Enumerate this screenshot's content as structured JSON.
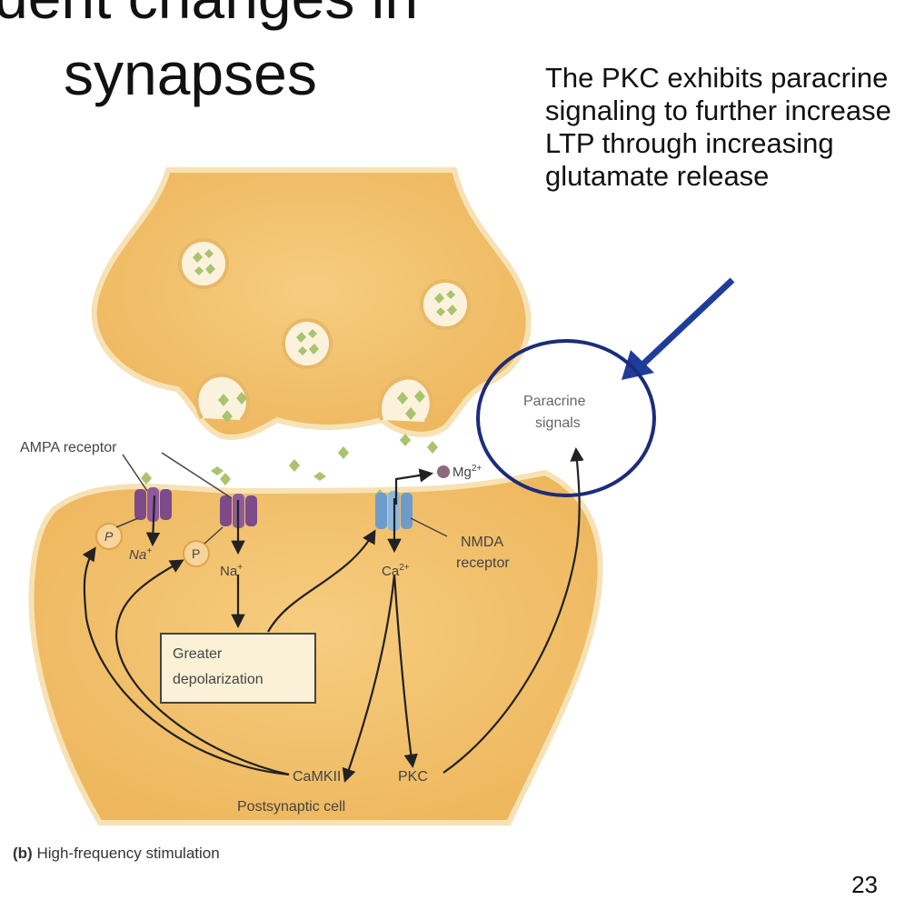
{
  "slide": {
    "title_top": "dent changes in",
    "title": "synapses",
    "annotation": "The PKC exhibits paracrine signaling to further increase LTP through increasing glutamate release",
    "page_number": "23"
  },
  "figure": {
    "labels": {
      "ampa_receptor": "AMPA receptor",
      "phosphate": "P",
      "sodium_ion": "Na",
      "sodium_charge": "+",
      "calcium_ion": "Ca",
      "calcium_charge": "2+",
      "magnesium_ion": "Mg",
      "magnesium_charge": "2+",
      "nmda_line1": "NMDA",
      "nmda_line2": "receptor",
      "greater_line1": "Greater",
      "greater_line2": "depolarization",
      "camkii": "CaMKII",
      "pkc": "PKC",
      "postsynaptic_cell": "Postsynaptic cell",
      "paracrine_line1": "Paracrine",
      "paracrine_line2": "signals"
    },
    "caption_prefix": "(b)",
    "caption": " High-frequency stimulation",
    "colors": {
      "cell_fill": "#f3c46e",
      "cell_edge": "#f7e2b6",
      "ampa": "#7d4a8a",
      "nmda": "#6d9ccb",
      "vesicle_fill": "#fbf2dd",
      "glutamate": "#a9c36f",
      "annotation_arrow": "#1f3c9a",
      "highlight_circle": "#1c2c7a"
    }
  }
}
